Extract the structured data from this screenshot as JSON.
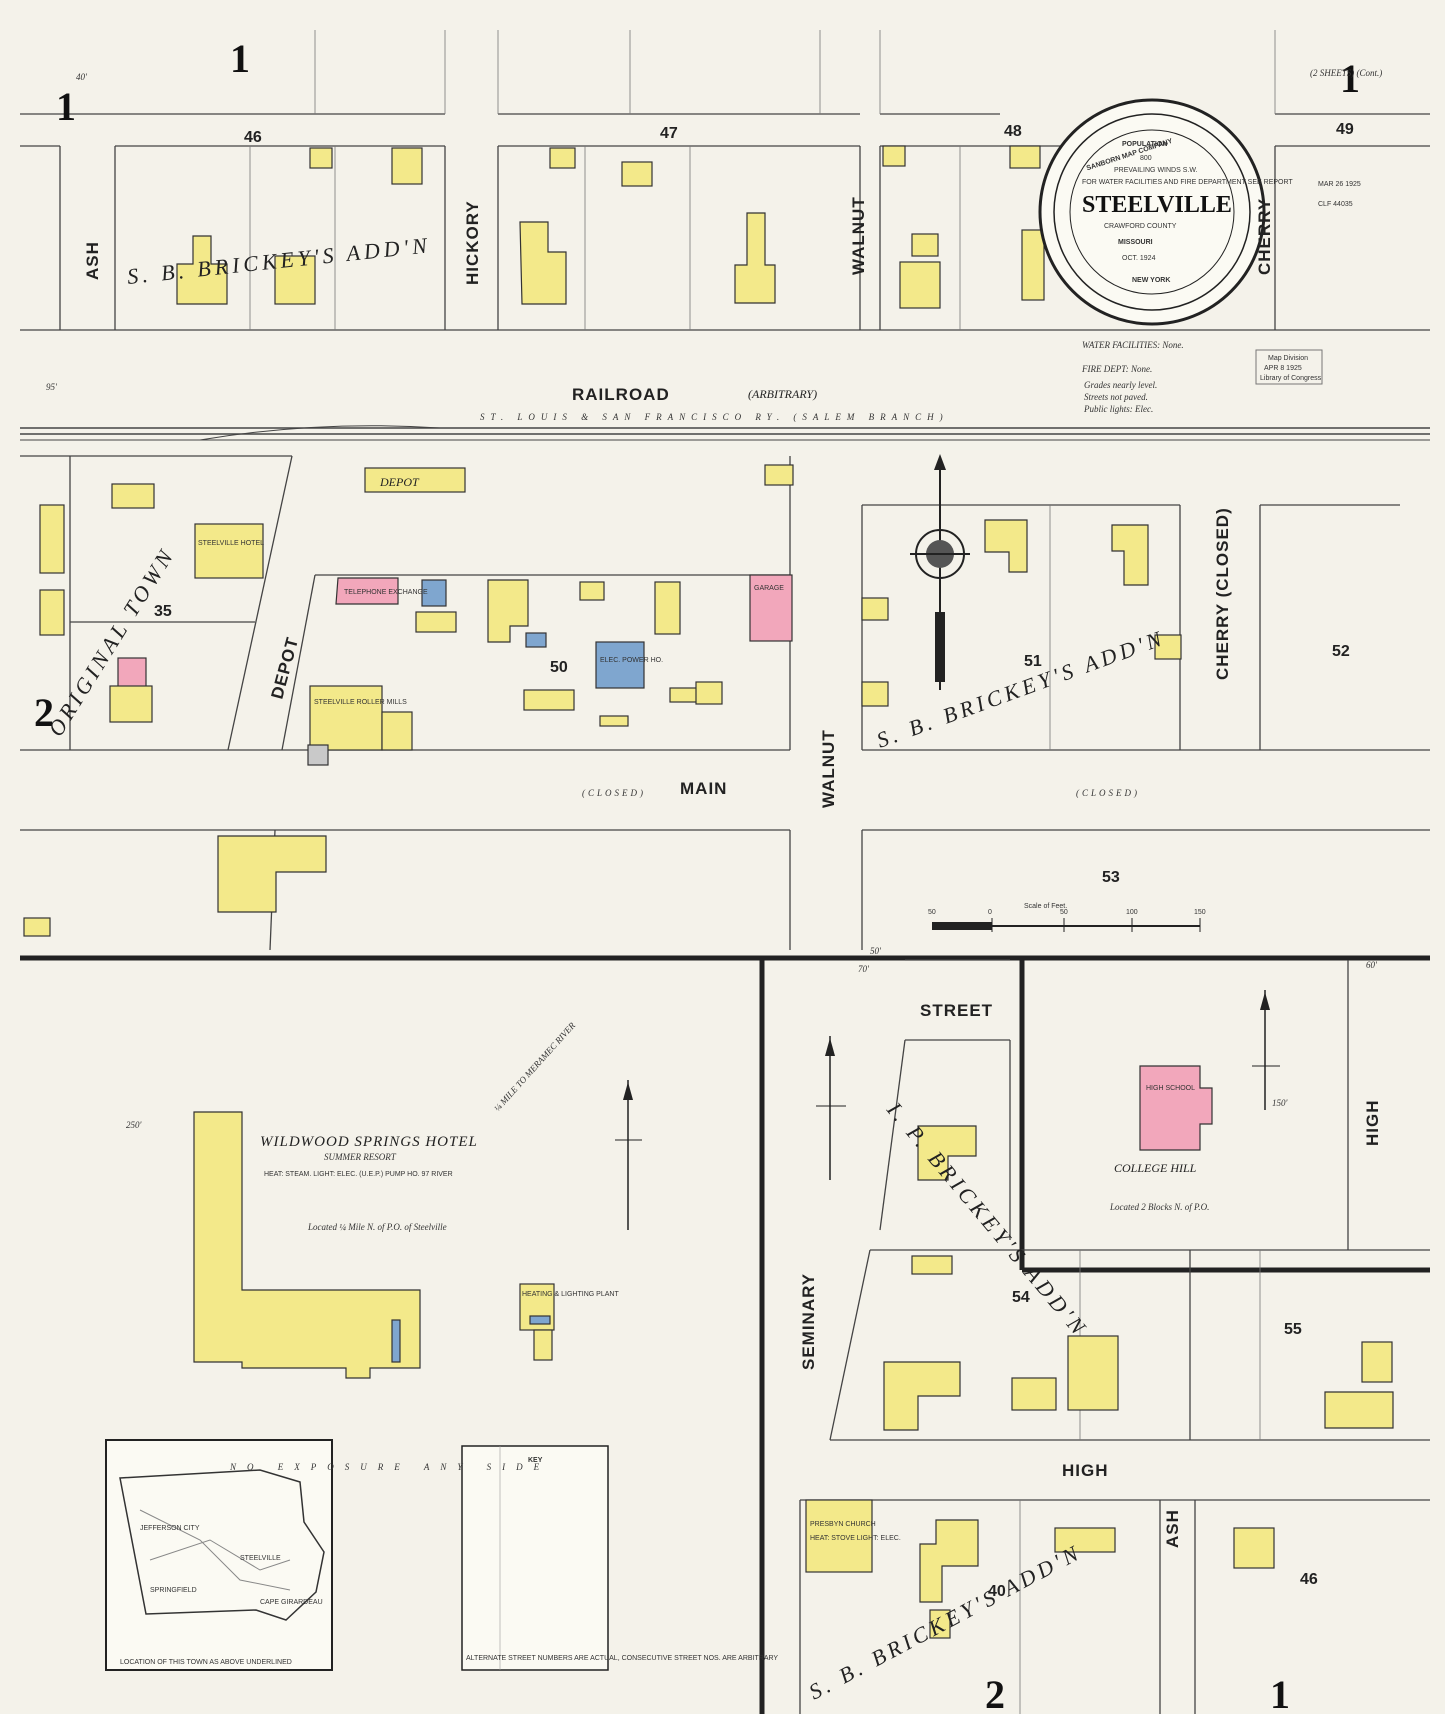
{
  "sheet": {
    "number_top_left": "1",
    "number_top_right": "1",
    "number_bottom_left": "2",
    "number_bottom_mid": "2",
    "number_bottom_right": "1",
    "sheet_note": "(2 SHEETS) (Cont.)",
    "left_margin_two": "2"
  },
  "cartouche": {
    "company": "SANBORN MAP COMPANY",
    "population_label": "POPULATION",
    "population": "800",
    "winds": "PREVAILING WINDS S.W.",
    "water_note": "FOR WATER FACILITIES AND FIRE DEPARTMENT SEE REPORT",
    "town": "STEELVILLE",
    "county": "CRAWFORD COUNTY",
    "state": "MISSOURI",
    "date": "OCT. 1924",
    "city": "NEW YORK"
  },
  "stamps": {
    "received": "MAR 26 1925",
    "clf": "CLF 44035",
    "map_division": "Map Division",
    "map_division_date": "APR 8 1925",
    "library": "Library of Congress"
  },
  "notes": {
    "water": "WATER FACILITIES: None.",
    "fire": "FIRE DEPT: None.",
    "grades": "Grades nearly level.",
    "streets": "Streets not paved.",
    "lights": "Public lights: Elec."
  },
  "streets": {
    "ash": "ASH",
    "hickory": "HICKORY",
    "walnut_top": "WALNUT",
    "cherry_top": "CHERRY",
    "railroad": "RAILROAD",
    "arbitrary": "(ARBITRARY)",
    "railway": "ST. LOUIS & SAN FRANCISCO RY. (SALEM BRANCH)",
    "depot": "DEPOT",
    "walnut_mid": "WALNUT",
    "main": "MAIN",
    "closed1": "(CLOSED)",
    "closed2": "(CLOSED)",
    "cherry_closed": "CHERRY (CLOSED)",
    "street": "STREET",
    "seminary": "SEMINARY",
    "high_h": "HIGH",
    "high_v": "HIGH",
    "ash_bottom": "ASH"
  },
  "blocks": {
    "b46": "46",
    "b47": "47",
    "b48": "48",
    "b49": "49",
    "b35": "35",
    "b50": "50",
    "b51": "51",
    "b52": "52",
    "b53": "53",
    "b54": "54",
    "b55": "55",
    "b40": "40",
    "b46b": "46"
  },
  "additions": {
    "top": "S. B. BRICKEY'S ADD'N",
    "original_town": "ORIGINAL TOWN",
    "mid": "S. B. BRICKEY'S ADD'N",
    "lower": "I. P. BRICKEY'S ADD'N",
    "bottom": "S. B. BRICKEY'S ADD'N"
  },
  "buildings": {
    "depot": "DEPOT",
    "steelville_hotel": "STEELVILLE HOTEL",
    "telephone": "TELEPHONE EXCHANGE",
    "roller_mills": "STEELVILLE ROLLER MILLS",
    "elec_power": "ELEC. POWER HO.",
    "garage": "GARAGE",
    "high_school": "HIGH SCHOOL",
    "college_hill": "COLLEGE HILL",
    "college_hill_note": "Located 2 Blocks N. of P.O.",
    "church": "PRESBYN CHURCH",
    "church_note": "HEAT: STOVE LIGHT: ELEC.",
    "wildwood": "WILDWOOD SPRINGS HOTEL",
    "wildwood_sub": "SUMMER RESORT",
    "wildwood_heat": "HEAT: STEAM. LIGHT: ELEC. (U.E.P.) PUMP HO. 97 RIVER",
    "wildwood_note": "Located ¼ Mile N. of P.O. of Steelville",
    "mile_note": "¼ MILE TO MERAMEC RIVER",
    "heating_plant": "HEATING & LIGHTING PLANT",
    "no_exposure": "NO EXPOSURE ANY SIDE"
  },
  "scale": {
    "label": "Scale of Feet.",
    "ticks": [
      "50",
      "0",
      "50",
      "100",
      "150"
    ]
  },
  "key": {
    "title": "KEY",
    "footer": "ALTERNATE STREET NUMBERS ARE ACTUAL, CONSECUTIVE STREET NOS. ARE ARBITRARY"
  },
  "inset": {
    "caption": "LOCATION OF THIS TOWN AS ABOVE UNDERLINED",
    "cities": [
      "JEFFERSON CITY",
      "SPRINGFIELD",
      "STEELVILLE",
      "CAPE GIRARDEAU"
    ]
  },
  "dims": {
    "d40": "40'",
    "d50": "50'",
    "d60": "60'",
    "d70": "70'",
    "d95": "95'",
    "d250": "250'",
    "d150": "150'"
  },
  "colors": {
    "frame": "#f3e98a",
    "brick": "#f2a7bb",
    "stone": "#7fa6cf",
    "paper": "#f4f2ea"
  }
}
